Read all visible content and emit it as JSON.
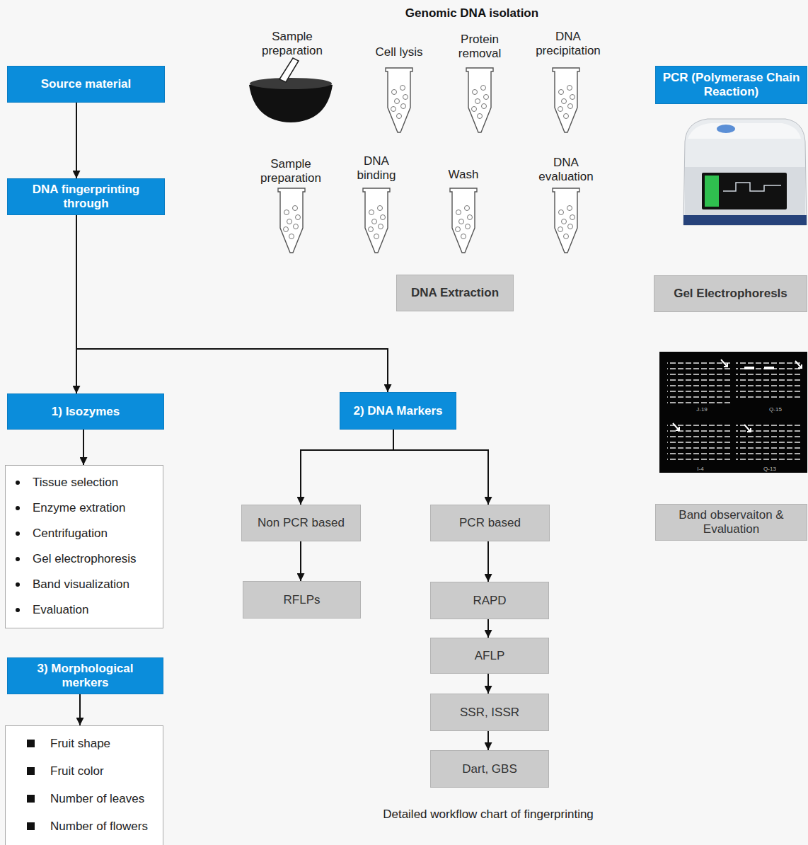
{
  "diagram": {
    "title": "Genomic DNA isolation",
    "caption": "Detailed workflow chart of fingerprinting",
    "nodes": [
      {
        "text": [
          "Source material"
        ]
      },
      {
        "text": [
          "PCR (Polymerase Chain Reaction)"
        ]
      },
      {
        "text": [
          "DNA fingerprinting through"
        ]
      },
      {
        "text": [
          "DNA Extraction"
        ]
      },
      {
        "text": [
          "Gel Electrophoresls"
        ]
      },
      {
        "text": [
          "1) Isozymes"
        ]
      },
      {
        "text": [
          "2) DNA Markers"
        ]
      },
      {
        "text": [
          "Band observaiton & Evaluation"
        ]
      },
      {
        "text": [
          "Non PCR based"
        ]
      },
      {
        "text": [
          "PCR based"
        ]
      },
      {
        "text": [
          "Tissue selection",
          "Enzyme extration",
          "Centrifugation",
          "Gel electrophoresis",
          "Band visualization",
          "Evaluation"
        ]
      },
      {
        "text": [
          "RFLPs"
        ]
      },
      {
        "text": [
          "RAPD"
        ]
      },
      {
        "text": [
          "AFLP"
        ]
      },
      {
        "text": [
          "3) Morphological merkers"
        ]
      },
      {
        "text": [
          "SSR, ISSR"
        ]
      },
      {
        "text": [
          "Fruit shape",
          "Fruit color",
          "Number of leaves",
          "Number of flowers"
        ]
      },
      {
        "text": [
          "Dart, GBS"
        ]
      }
    ],
    "edges": [
      {
        "from": 0,
        "to": 2,
        "arrow": "to"
      },
      {
        "from": 2,
        "to": 5,
        "arrow": "to"
      },
      {
        "from": 2,
        "to": 6,
        "arrow": "to"
      },
      {
        "from": 5,
        "to": 10,
        "arrow": "to"
      },
      {
        "from": 6,
        "to": 8,
        "arrow": "to"
      },
      {
        "from": 6,
        "to": 9,
        "arrow": "to"
      },
      {
        "from": 8,
        "to": 11,
        "arrow": "to"
      },
      {
        "from": 9,
        "to": 12,
        "arrow": "to"
      },
      {
        "from": 12,
        "to": 13,
        "arrow": "to"
      },
      {
        "from": 13,
        "to": 15,
        "arrow": "to"
      },
      {
        "from": 15,
        "to": 17,
        "arrow": "to"
      },
      {
        "from": 14,
        "to": 16,
        "arrow": "to"
      }
    ],
    "labels": [
      "Sample preparation",
      "Cell lysis",
      "Protein removal",
      "DNA precipitation",
      "Sample preparation",
      "DNA binding",
      "Wash",
      "DNA evaluation",
      "J-19",
      "Q-15",
      "I-4",
      "Q-13"
    ]
  }
}
